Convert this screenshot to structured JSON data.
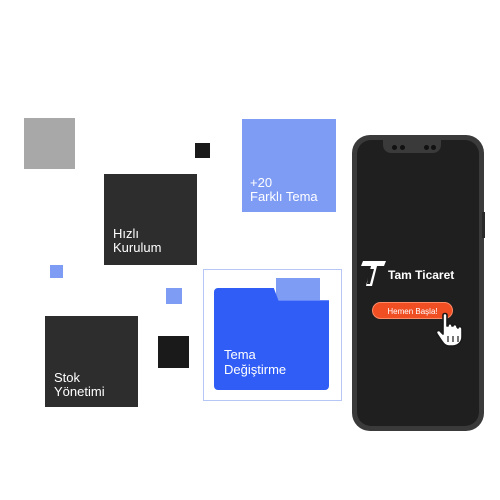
{
  "tiles": {
    "hizli": [
      "Hızlı",
      "Kurulum"
    ],
    "stok": [
      "Stok",
      "Yönetimi"
    ],
    "tema": [
      "+20",
      "Farklı Tema"
    ],
    "folder": [
      "Tema",
      "Değiştirme"
    ]
  },
  "phone": {
    "brand": "Tam Ticaret",
    "cta_label": "Hemen Başla!"
  },
  "colors": {
    "dark_tile": "#2d2d2d",
    "light_blue": "#7f9cf5",
    "folder_blue": "#2f5df5",
    "cta_orange": "#f04e23"
  },
  "icons": [
    "logo-t-icon",
    "hand-pointer-icon",
    "folder-icon"
  ]
}
